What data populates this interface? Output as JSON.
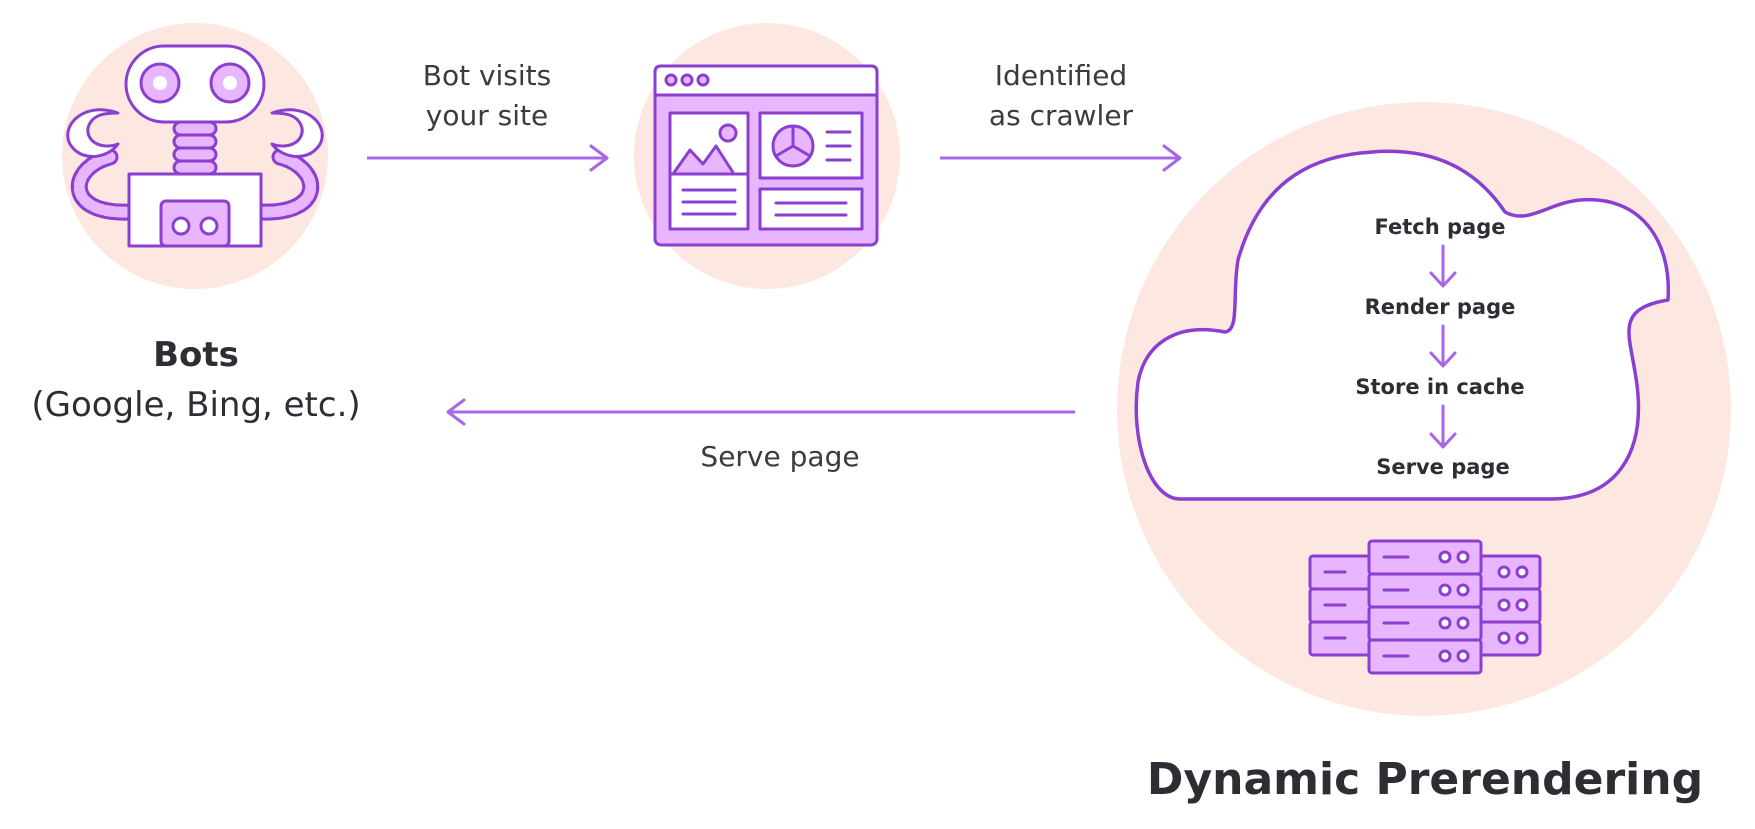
{
  "colors": {
    "accent": "#8a3fd1",
    "accent_fill": "#e8b6ff",
    "arrow": "#a866e8",
    "blob": "#fde8e1",
    "text": "#2f2c33"
  },
  "bots": {
    "title": "Bots",
    "subtitle": "(Google, Bing, etc.)",
    "icon": "robot-icon"
  },
  "website": {
    "icon": "browser-window-icon"
  },
  "arrows": {
    "bot_visits_line1": "Bot visits",
    "bot_visits_line2": "your site",
    "identified_line1": "Identified",
    "identified_line2": "as crawler",
    "serve_page": "Serve page"
  },
  "cloud": {
    "icon": "cloud-icon",
    "steps": [
      "Fetch page",
      "Render page",
      "Store in cache",
      "Serve page"
    ]
  },
  "servers": {
    "icon": "server-rack-icon"
  },
  "dynamic_prerendering": {
    "title": "Dynamic Prerendering"
  }
}
